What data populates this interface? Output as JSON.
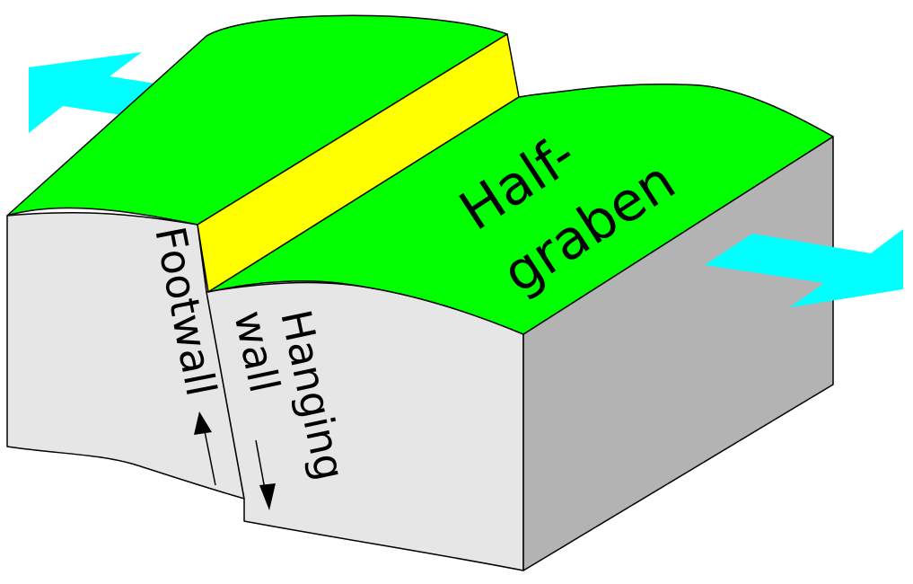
{
  "labels": {
    "half_graben_line1": "Half-",
    "half_graben_line2": "graben",
    "footwall": "Footwall",
    "hanging_wall_line1": "Hanging",
    "hanging_wall_line2": "wall"
  },
  "colors": {
    "surface_green": "#00ff00",
    "fault_scarp_yellow": "#ffff00",
    "front_face": "#e6e6e6",
    "side_face": "#b3b3b3",
    "extension_arrow": "#00ffff"
  }
}
